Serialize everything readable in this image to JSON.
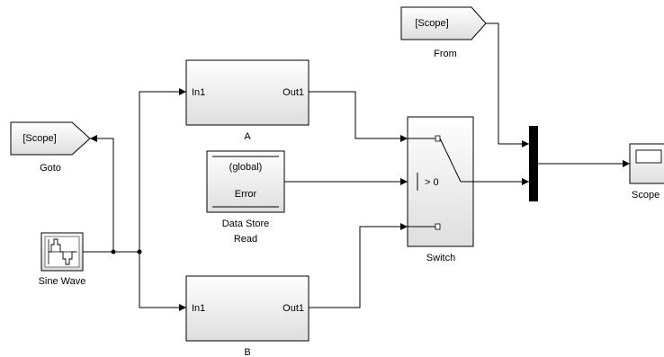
{
  "blocks": {
    "from": {
      "name": "From",
      "tag": "[Scope]"
    },
    "goto": {
      "name": "Goto",
      "tag": "[Scope]"
    },
    "sine_wave": {
      "name": "Sine Wave",
      "icon": "sine-wave-icon"
    },
    "subsystem_a": {
      "name": "A",
      "in_port": "In1",
      "out_port": "Out1"
    },
    "subsystem_b": {
      "name": "B",
      "in_port": "In1",
      "out_port": "Out1"
    },
    "data_store_read": {
      "name_line1": "Data Store",
      "name_line2": "Read",
      "scope": "(global)",
      "variable": "Error"
    },
    "switch": {
      "name": "Switch",
      "criteria": "> 0"
    },
    "mux": {
      "name": ""
    },
    "scope": {
      "name": "Scope",
      "icon": "scope-screen-icon"
    }
  },
  "colors": {
    "block_fill": "#ffffff",
    "block_gradient_end": "#dddddd",
    "mux_fill": "#000000",
    "wire": "#000000"
  }
}
